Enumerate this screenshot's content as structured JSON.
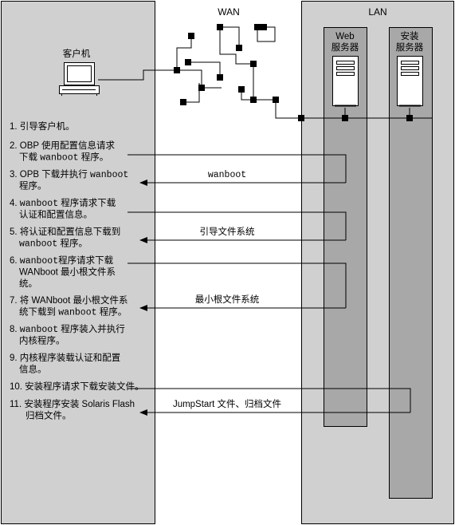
{
  "colors": {
    "panel_fill": "#d0d0d0",
    "server_column_fill": "#a8a8a8",
    "line": "#000000",
    "background": "#ffffff"
  },
  "headers": {
    "wan": "WAN",
    "lan": "LAN"
  },
  "client": {
    "label": "客户机",
    "icon": "desktop-computer-icon"
  },
  "servers": [
    {
      "lines": [
        "Web",
        "服务器"
      ],
      "icon": "tower-server-icon"
    },
    {
      "lines": [
        "安装",
        "服务器"
      ],
      "icon": "tower-server-icon"
    }
  ],
  "steps": [
    {
      "lines": [
        [
          {
            "t": "1. 引导客户机。"
          }
        ]
      ]
    },
    {
      "lines": [
        [
          {
            "t": "2. OBP 使用配置信息请求"
          }
        ],
        [
          {
            "t": "下载 "
          },
          {
            "t": "wanboot",
            "mono": true
          },
          {
            "t": " 程序。"
          }
        ]
      ]
    },
    {
      "lines": [
        [
          {
            "t": "3. OPB 下载并执行 "
          },
          {
            "t": "wanboot",
            "mono": true
          }
        ],
        [
          {
            "t": "程序。"
          }
        ]
      ]
    },
    {
      "lines": [
        [
          {
            "t": "4. "
          },
          {
            "t": "wanboot",
            "mono": true
          },
          {
            "t": " 程序请求下载"
          }
        ],
        [
          {
            "t": "认证和配置信息。"
          }
        ]
      ]
    },
    {
      "lines": [
        [
          {
            "t": "5. 将认证和配置信息下载到"
          }
        ],
        [
          {
            "t": "wanboot",
            "mono": true
          },
          {
            "t": " 程序。"
          }
        ]
      ]
    },
    {
      "lines": [
        [
          {
            "t": "6. "
          },
          {
            "t": "wanboot",
            "mono": true
          },
          {
            "t": "程序请求下载"
          }
        ],
        [
          {
            "t": "WANboot 最小根文件系"
          }
        ],
        [
          {
            "t": "统。"
          }
        ]
      ]
    },
    {
      "lines": [
        [
          {
            "t": "7. 将 WANboot 最小根文件系"
          }
        ],
        [
          {
            "t": "统下载到 "
          },
          {
            "t": "wanboot",
            "mono": true
          },
          {
            "t": " 程序。"
          }
        ]
      ]
    },
    {
      "lines": [
        [
          {
            "t": "8. "
          },
          {
            "t": "wanboot",
            "mono": true
          },
          {
            "t": " 程序装入并执行"
          }
        ],
        [
          {
            "t": "内核程序。"
          }
        ]
      ]
    },
    {
      "lines": [
        [
          {
            "t": "9. 内核程序装载认证和配置"
          }
        ],
        [
          {
            "t": "信息。"
          }
        ]
      ]
    },
    {
      "lines": [
        [
          {
            "t": "10. 安装程序请求下载安装文件。"
          }
        ]
      ]
    },
    {
      "lines": [
        [
          {
            "t": "11. 安装程序安装 Solaris Flash"
          }
        ],
        [
          {
            "t": "归档文件。"
          }
        ]
      ]
    }
  ],
  "transfers": [
    {
      "label": "wanboot",
      "mono": true,
      "server": "web",
      "request_step": 2,
      "response_step": 3
    },
    {
      "label": "引导文件系统",
      "mono": false,
      "server": "web",
      "request_step": 4,
      "response_step": 5
    },
    {
      "label": "最小根文件系统",
      "mono": false,
      "server": "web",
      "request_step": 6,
      "response_step": 7
    },
    {
      "label": "JumpStart 文件、归档文件",
      "mono": false,
      "server": "install",
      "request_step": 10,
      "response_step": 11
    }
  ]
}
